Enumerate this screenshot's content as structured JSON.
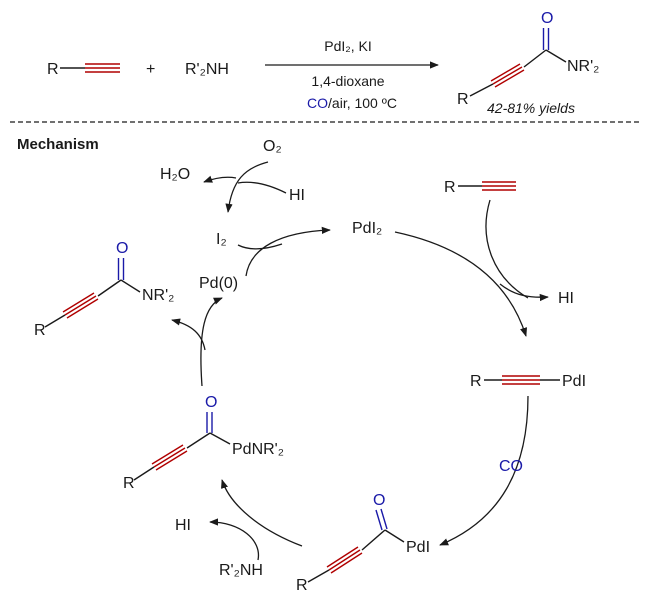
{
  "colors": {
    "triple_bond": "#b00000",
    "carbonyl_and_co": "#1a1aa8",
    "ink": "#1a1a1a"
  },
  "reaction": {
    "reactant1_r": "R",
    "plus": "+",
    "reactant2": "R'₂NH",
    "cond_line1": "PdI₂, KI",
    "cond_line2": "1,4-dioxane",
    "cond_co": "CO",
    "cond_rest": "/air, 100 ºC",
    "product_o": "O",
    "product_nr": "NR'₂",
    "product_r": "R",
    "yield": "42-81% yields"
  },
  "mechanism": {
    "heading": "Mechanism",
    "o2": "O₂",
    "h2o": "H₂O",
    "hi_regen": "HI",
    "i2": "I₂",
    "pd0": "Pd(0)",
    "pdi2": "PdI₂",
    "alkyne_r": "R",
    "hi_out1": "HI",
    "alkynyl_r": "R",
    "alkynyl_pd": "PdI",
    "co": "CO",
    "acyl_o": "O",
    "acyl_pd": "PdI",
    "acyl_r": "R",
    "hi_out2": "HI",
    "amine": "R'₂NH",
    "amido_o": "O",
    "amido_pd": "PdNR'₂",
    "amido_r": "R",
    "prod_o": "O",
    "prod_nr": "NR'₂",
    "prod_r": "R"
  }
}
